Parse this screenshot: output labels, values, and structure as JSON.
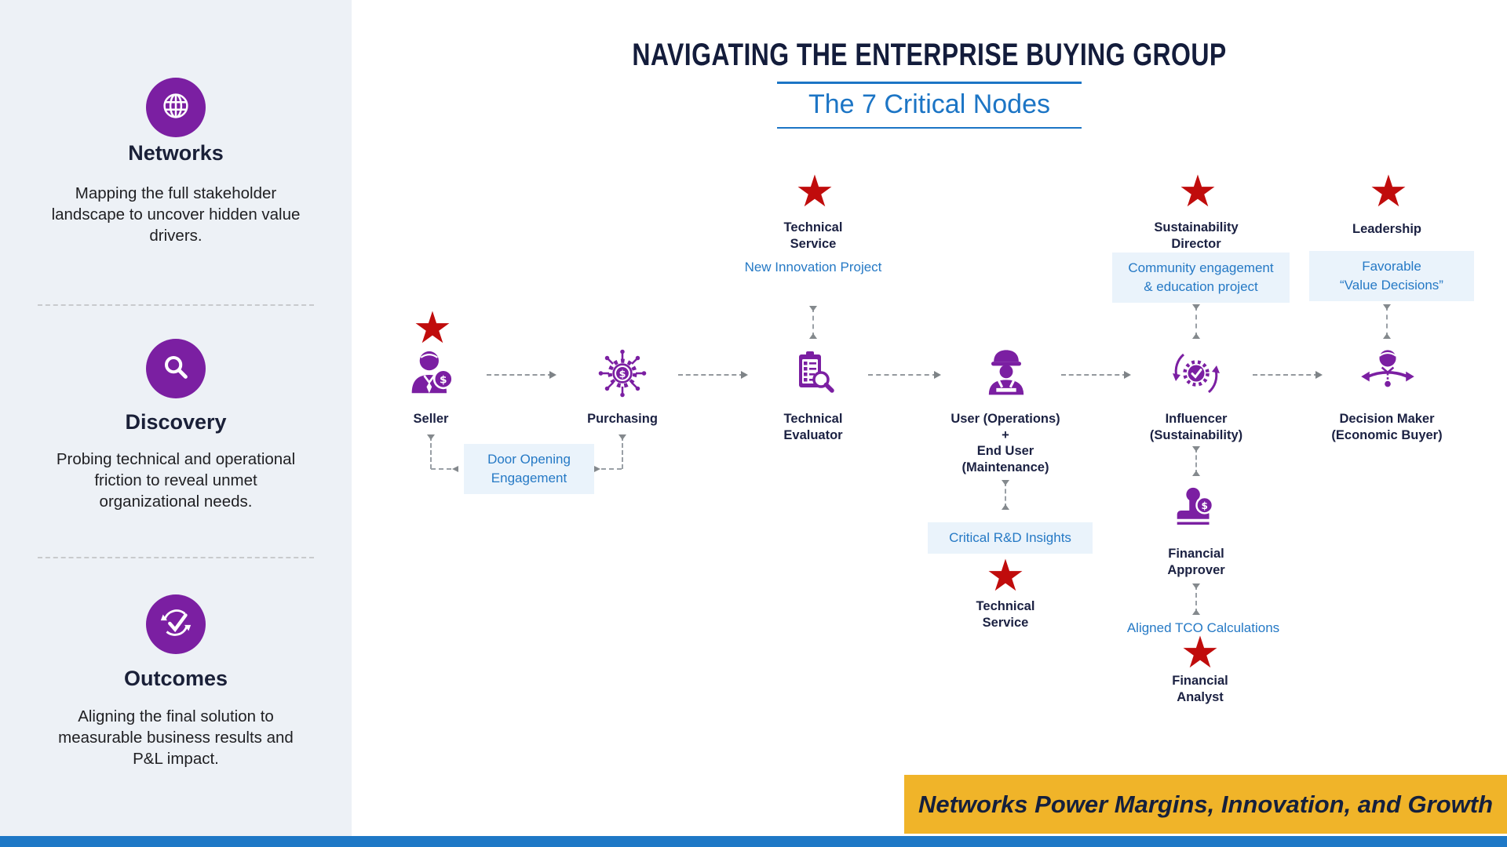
{
  "header": {
    "title": "NAVIGATING THE ENTERPRISE BUYING GROUP",
    "subtitle": "The 7 Critical Nodes"
  },
  "sidebar": {
    "sections": [
      {
        "icon": "globe-icon",
        "heading": "Networks",
        "body": "Mapping the full stakeholder landscape to uncover hidden value drivers."
      },
      {
        "icon": "search-icon",
        "heading": "Discovery",
        "body": "Probing technical and operational friction to reveal unmet organizational needs."
      },
      {
        "icon": "cycle-check-icon",
        "heading": "Outcomes",
        "body": "Aligning the final solution to measurable business results and P&L impact."
      }
    ]
  },
  "nodes": {
    "seller": "Seller",
    "purchasing": "Purchasing",
    "technical_evaluator": "Technical\nEvaluator",
    "user_ops": "User (Operations)\n+\nEnd User\n(Maintenance)",
    "influencer": "Influencer\n(Sustainability)",
    "decision_maker": "Decision Maker\n(Economic Buyer)",
    "technical_service_top": "Technical\nService",
    "sustainability_director": "Sustainability\nDirector",
    "leadership": "Leadership",
    "financial_approver": "Financial\nApprover",
    "technical_service_bottom": "Technical\nService",
    "financial_analyst": "Financial\nAnalyst"
  },
  "annotations": {
    "new_innovation_project": "New Innovation Project",
    "community_engagement": "Community engagement\n& education project",
    "favorable_value_decisions": "Favorable\n“Value Decisions”",
    "door_opening_engagement": "Door Opening\nEngagement",
    "critical_rd_insights": "Critical R&D Insights",
    "aligned_tco_calculations": "Aligned TCO Calculations"
  },
  "icons": {
    "star": "★"
  },
  "banner": {
    "text": "Networks Power Margins, Innovation, and Growth"
  },
  "colors": {
    "purple": "#7B1FA2",
    "navy": "#1B2142",
    "accent_blue": "#1C75C5",
    "annotation_text": "#2579C5",
    "annotation_bg": "#EAF3FB",
    "star_red": "#C00C0C",
    "banner_gold": "#F0B429",
    "bottom_bar_blue": "#1E78C6",
    "sidebar_bg": "#EDF1F6"
  }
}
